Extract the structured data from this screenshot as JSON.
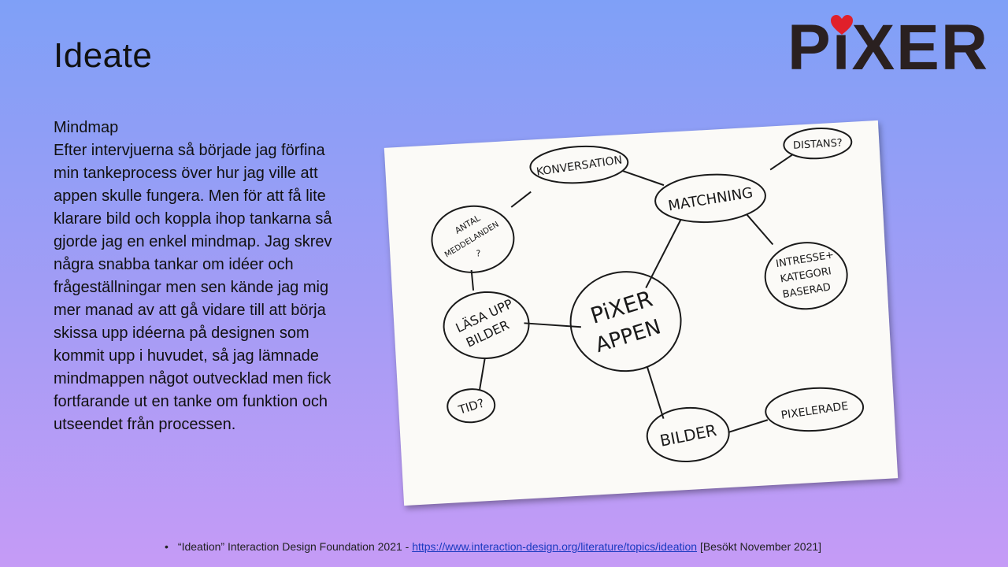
{
  "slide": {
    "title": "Ideate",
    "logo_text": "PiXER",
    "subheading": "Mindmap",
    "body": "Efter intervjuerna så började jag förfina min tankeprocess över hur jag ville att appen skulle fungera. Men för att få lite klarare bild och koppla ihop tankarna så gjorde jag en enkel mindmap. Jag skrev några snabba tankar om idéer och frågeställningar men sen kände jag mig mer manad av att gå vidare till att börja skissa upp idéerna på designen som kommit upp i huvudet, så jag lämnade mindmappen något outvecklad men fick fortfarande ut en tanke om funktion och utseendet från processen."
  },
  "mindmap": {
    "center_line1": "PiXER",
    "center_line2": "APPEN",
    "konversation": "KONVERSATION",
    "matchning": "MATCHNING",
    "distans": "DISTANS?",
    "intresse_1": "INTRESSE+",
    "intresse_2": "KATEGORI",
    "intresse_3": "BASERAD",
    "antal_1": "ANTAL",
    "antal_2": "MEDDELANDEN",
    "antal_3": "?",
    "lasa_1": "LÄSA UPP",
    "lasa_2": "BILDER",
    "tid": "TID?",
    "bilder": "BILDER",
    "pixelerade": "PIXELERADE"
  },
  "footer": {
    "bullet": "•",
    "prefix": "“Ideation” Interaction Design Foundation 2021  - ",
    "link": "https://www.interaction-design.org/literature/topics/ideation",
    "suffix": " [Besökt November 2021]"
  },
  "colors": {
    "heart": "#e0202a",
    "logo": "#2a2020"
  }
}
